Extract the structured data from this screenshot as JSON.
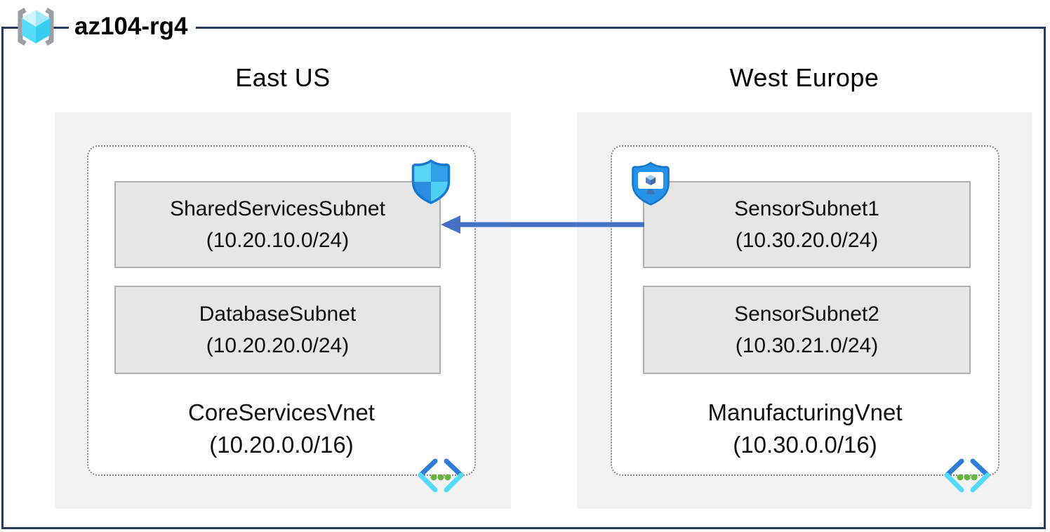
{
  "resource_group": {
    "label": "az104-rg4"
  },
  "regions": [
    {
      "name": "East US",
      "vnet_name": "CoreServicesVnet",
      "vnet_cidr": "(10.20.0.0/16)",
      "subnets": [
        {
          "name": "SharedServicesSubnet",
          "cidr": "(10.20.10.0/24)",
          "badge": "network-security-group-shield"
        },
        {
          "name": "DatabaseSubnet",
          "cidr": "(10.20.20.0/24)",
          "badge": ""
        }
      ]
    },
    {
      "name": "West Europe",
      "vnet_name": "ManufacturingVnet",
      "vnet_cidr": "(10.30.0.0/16)",
      "subnets": [
        {
          "name": "SensorSubnet1",
          "cidr": "(10.30.20.0/24)",
          "badge": "application-security-group-shield"
        },
        {
          "name": "SensorSubnet2",
          "cidr": "(10.30.21.0/24)",
          "badge": ""
        }
      ]
    }
  ],
  "connection": {
    "from": "SensorSubnet1",
    "to": "SharedServicesSubnet",
    "direction": "right-to-left",
    "color": "#4571c6"
  },
  "colors": {
    "frame": "#243a5e",
    "region_background": "#f2f2f2",
    "vnet_fill": "#ffffff",
    "vnet_dashed_border": "#858585",
    "subnet_fill": "#e6e6e6",
    "subnet_border": "#b0b0b0",
    "arrow": "#4571c6",
    "icon_cyan_light": "#59d4f7",
    "icon_blue_medium": "#2f9fe8",
    "icon_shield_blue": "#2593e9",
    "vnet_icon_green": "#6ab43e"
  }
}
